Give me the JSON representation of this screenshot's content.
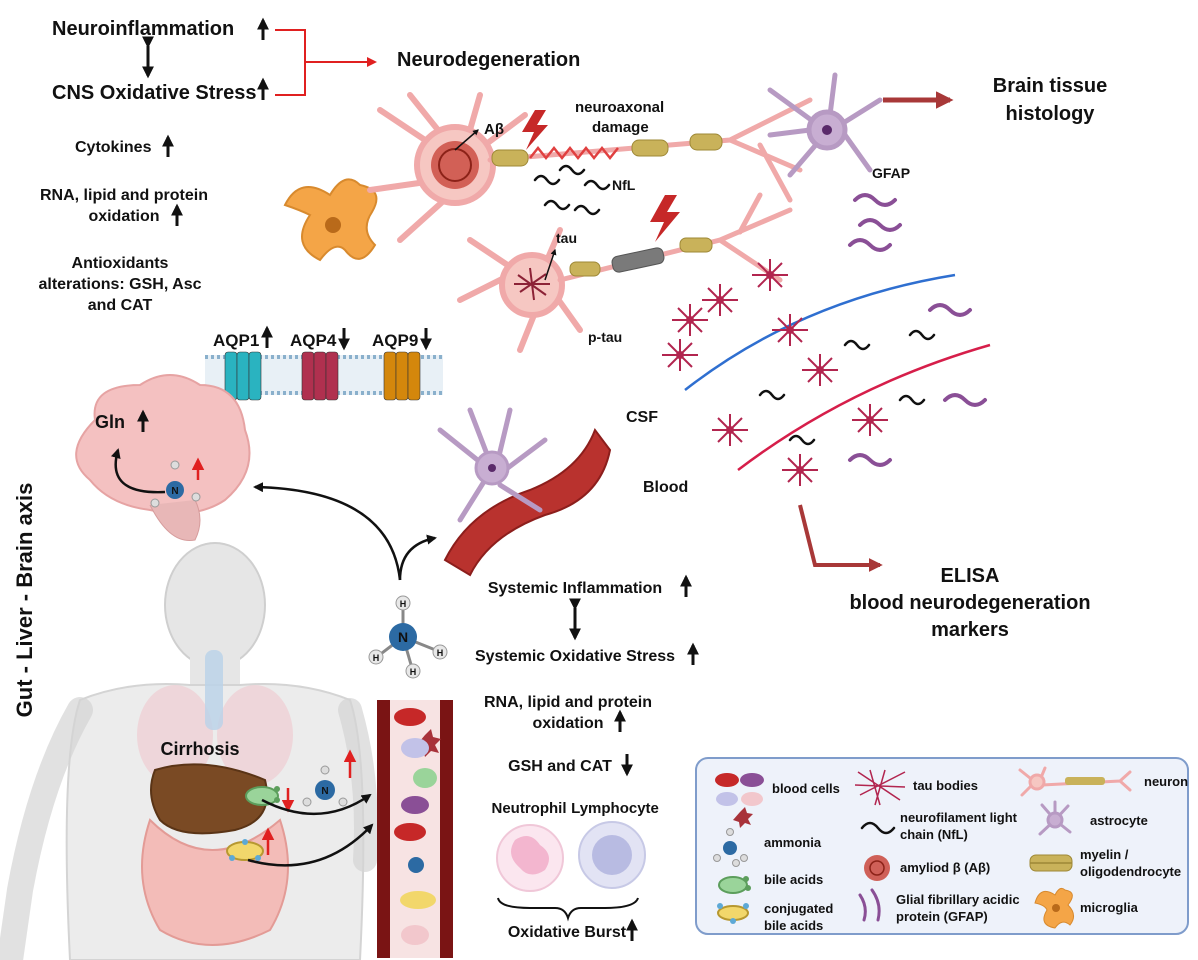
{
  "axis_title": "Gut - Liver - Brain axis",
  "cns": {
    "neuroinflammation": "Neuroinflammation",
    "oxidative_stress": "CNS Oxidative Stress",
    "cytokines": "Cytokines",
    "oxidation_line1": "RNA, lipid and protein",
    "oxidation_line2": "oxidation",
    "antiox_line1": "Antioxidants",
    "antiox_line2": "alterations: GSH, Asc",
    "antiox_line3": "and CAT",
    "outcome": "Neurodegeneration",
    "outcome_color": "#e02020"
  },
  "aquaporins": [
    {
      "label": "AQP1",
      "trend": "up",
      "color": "#2ab3c0"
    },
    {
      "label": "AQP4",
      "trend": "down",
      "color": "#b0304f"
    },
    {
      "label": "AQP9",
      "trend": "down",
      "color": "#d4870c"
    }
  ],
  "brain": {
    "gln": "Gln"
  },
  "neurons": {
    "abeta": "Aβ",
    "damage_line1": "neuroaxonal",
    "damage_line2": "damage",
    "nfl": "NfL",
    "tau": "tau",
    "ptau": "p-tau",
    "gfap": "GFAP"
  },
  "histology": {
    "line1": "Brain tissue",
    "line2": "histology"
  },
  "fluids": {
    "csf": "CSF",
    "csf_color": "#2f6fd0",
    "blood": "Blood",
    "blood_color": "#d61e4a",
    "blood_label_color": "#b23a3a"
  },
  "elisa": {
    "line1": "ELISA",
    "line2": "blood neurodegeneration",
    "line3": "markers"
  },
  "liver": {
    "cirrhosis": "Cirrhosis"
  },
  "systemic": {
    "inflammation": "Systemic Inflammation",
    "oxidative_stress": "Systemic Oxidative Stress",
    "oxidation_line1": "RNA, lipid and protein",
    "oxidation_line2": "oxidation",
    "gsh_cat": "GSH and CAT",
    "neutrophil": "Neutrophil",
    "lymphocyte": "Lymphocyte",
    "burst": "Oxidative Burst"
  },
  "ammonia_molecule": {
    "n": "N",
    "h": "H"
  },
  "legend": {
    "items": [
      {
        "label": "blood cells"
      },
      {
        "label": "ammonia"
      },
      {
        "label": "bile acids"
      },
      {
        "label": "conjugated bile acids",
        "line1": "conjugated",
        "line2": "bile acids"
      },
      {
        "label": "tau bodies"
      },
      {
        "label": "neurofilament light chain (NfL)",
        "line1": "neurofilament light",
        "line2": "chain (NfL)"
      },
      {
        "label": "amyliod β (Aβ)"
      },
      {
        "label": "Glial fibrillary acidic protein (GFAP)",
        "line1": "Glial fibrillary acidic",
        "line2": "protein (GFAP)"
      },
      {
        "label": "neuron"
      },
      {
        "label": "astrocyte"
      },
      {
        "label": "myelin / oligodendrocyte",
        "line1": "myelin /",
        "line2": "oligodendrocyte"
      },
      {
        "label": "microglia"
      }
    ]
  }
}
